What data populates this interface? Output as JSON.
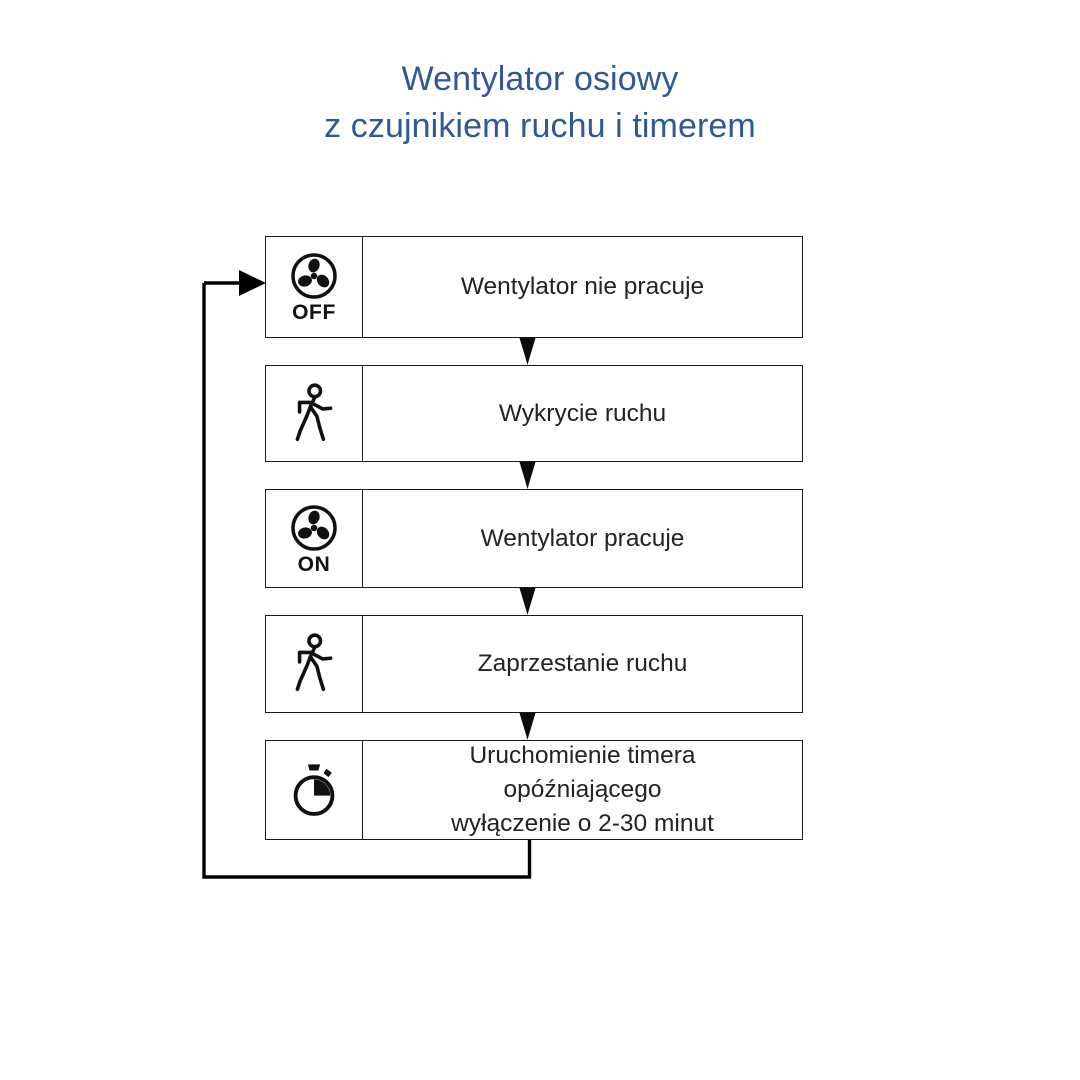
{
  "title": {
    "line1": "Wentylator osiowy",
    "line2": "z czujnikiem ruchu i timerem",
    "color": "#2d5a96"
  },
  "colors": {
    "title_blue": "#2d5a96",
    "box_border": "#1a1a1a",
    "label_text": "#232323",
    "connector": "#000000",
    "background": "#ffffff"
  },
  "diagram": {
    "type": "flowchart-vertical-loop",
    "steps": [
      {
        "index": 1,
        "icon_name": "fan-off-icon",
        "icon_state_label": "OFF",
        "lines": [
          "Wentylator nie pracuje"
        ]
      },
      {
        "index": 2,
        "icon_name": "walking-person-icon",
        "icon_state_label": "",
        "lines": [
          "Wykrycie ruchu"
        ]
      },
      {
        "index": 3,
        "icon_name": "fan-on-icon",
        "icon_state_label": "ON",
        "lines": [
          "Wentylator pracuje"
        ]
      },
      {
        "index": 4,
        "icon_name": "walking-person-icon",
        "icon_state_label": "",
        "lines": [
          "Zaprzestanie ruchu"
        ]
      },
      {
        "index": 5,
        "icon_name": "stopwatch-icon",
        "icon_state_label": "",
        "lines": [
          "Uruchomienie timera",
          "opóźniającego",
          "wyłączenie o 2-30 minut"
        ]
      }
    ],
    "connectors": {
      "down_arrows": 4,
      "feedback_loop": {
        "from_step": 5,
        "to_step": 1,
        "direction": "bottom-left-up-right"
      }
    }
  }
}
